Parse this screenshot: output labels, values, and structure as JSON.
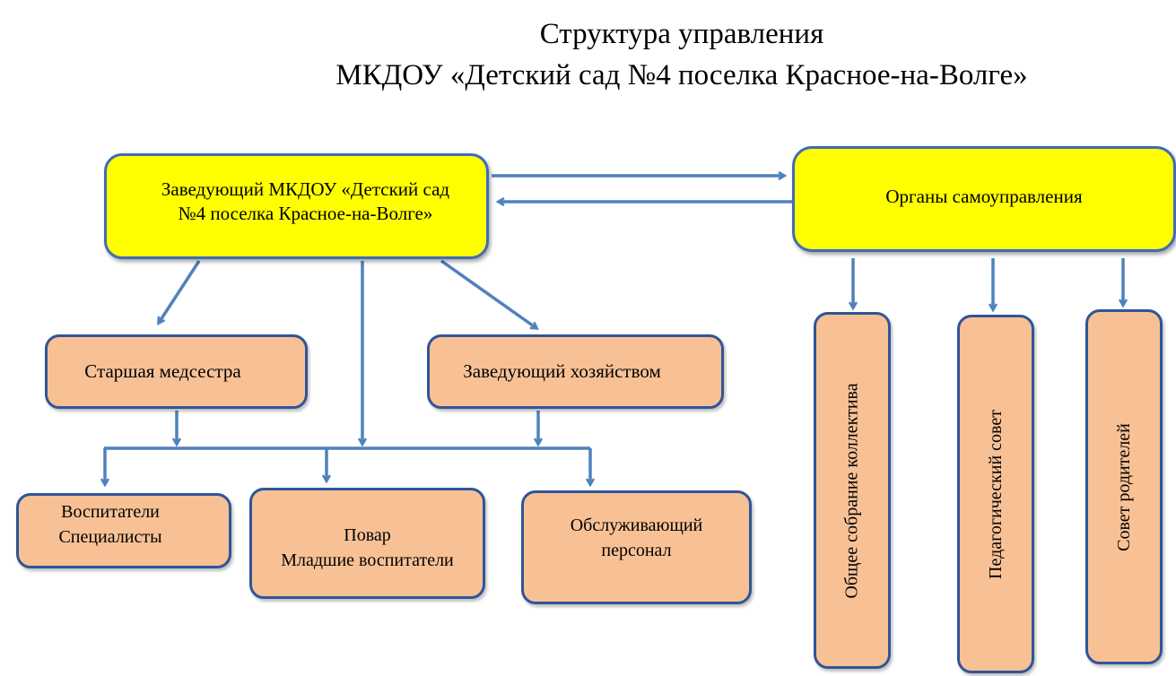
{
  "title": {
    "line1": "Структура управления",
    "line2": "МКДОУ «Детский сад №4 поселка Красное-на-Волге»"
  },
  "nodes": {
    "head": "Заведующий МКДОУ «Детский сад №4 поселка Красное-на-Волге»",
    "self_gov": "Органы самоуправления",
    "nurse": "Старшая медсестра",
    "supply": "Заведующий хозяйством",
    "teachers_line1": "Воспитатели",
    "teachers_line2": "Специалисты",
    "cook_line1": "Повар",
    "cook_line2": "Младшие воспитатели",
    "service": "Обслуживающий персонал",
    "general_meeting": "Общее собрание коллектива",
    "ped_council": "Педагогический совет",
    "parents_council": "Совет родителей"
  },
  "colors": {
    "yellow": "#ffff00",
    "peach": "#f8c195",
    "border": "#2f5597",
    "arrow": "#4f81bd"
  }
}
